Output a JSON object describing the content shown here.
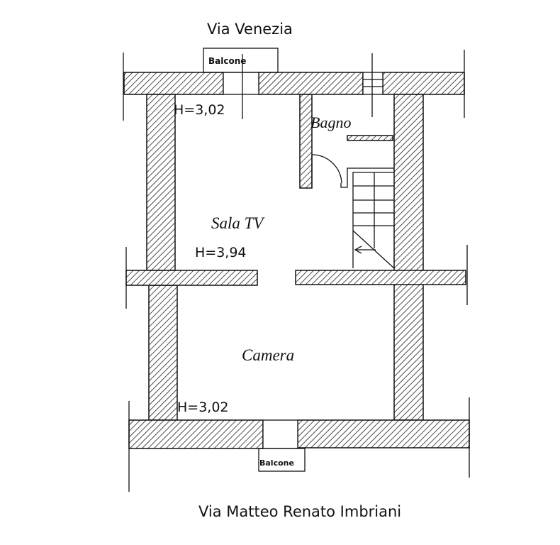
{
  "streets": {
    "top": "Via Venezia",
    "bottom": "Via Matteo Renato Imbriani"
  },
  "rooms": {
    "bagno": "Bagno",
    "sala_tv": "Sala TV",
    "camera": "Camera"
  },
  "heights": {
    "top_left": "H=3,02",
    "sala_tv": "H=3,94",
    "camera": "H=3,02"
  },
  "balconies": {
    "top": "Balcone",
    "bottom": "Balcone"
  },
  "colors": {
    "ink": "#111111",
    "paper": "#ffffff"
  }
}
